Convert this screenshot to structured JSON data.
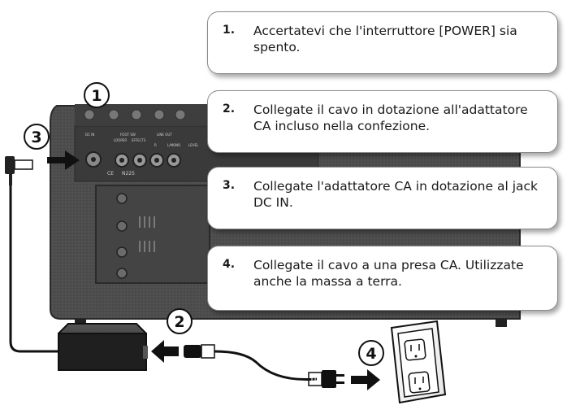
{
  "steps": [
    {
      "number": "1.",
      "text": "Accertatevi che l'interruttore [POWER] sia spento."
    },
    {
      "number": "2.",
      "text": "Collegate il cavo in dotazione all'adattatore CA incluso nella confezione."
    },
    {
      "number": "3.",
      "text": "Collegate l'adattatore CA in dotazione al jack DC IN."
    },
    {
      "number": "4.",
      "text": "Collegate il cavo a una presa CA. Utilizzate anche la massa a terra."
    }
  ],
  "callouts": [
    "1",
    "2",
    "3",
    "4"
  ],
  "panel_labels": {
    "dc_in": "DC IN",
    "footsw": "FOOT SW",
    "line_out": "LINE OUT",
    "cond_tuner": "LOOPER",
    "effects": "EFFECTS",
    "r": "R",
    "l_mono": "L/MONO",
    "level": "LEVEL",
    "ce_mark": "CE",
    "n225": "N225"
  },
  "colors": {
    "amp_body": "#4a4a4a",
    "amp_panel": "#3a3a3a",
    "adapter": "#2b2b2b",
    "cable": "#111111",
    "box_border": "#8a8a8a"
  }
}
